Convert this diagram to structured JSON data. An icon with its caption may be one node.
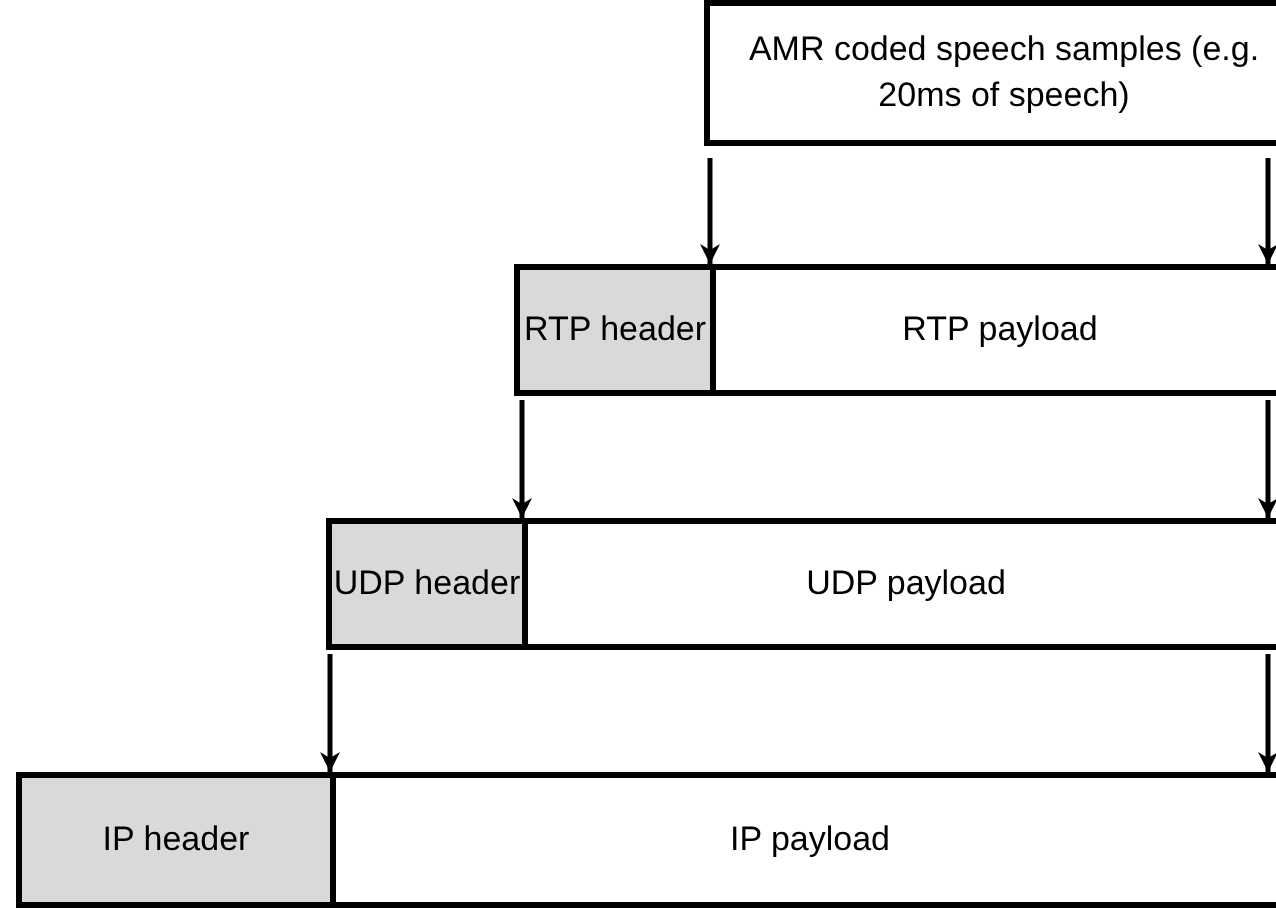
{
  "diagram": {
    "nodes": [
      {
        "text": [
          "AMR coded speech samples (e.g. 20ms of speech)"
        ]
      },
      {
        "text": [
          "RTP header"
        ]
      },
      {
        "text": [
          "RTP payload"
        ]
      },
      {
        "text": [
          "UDP header"
        ]
      },
      {
        "text": [
          "UDP payload"
        ]
      },
      {
        "text": [
          "IP header"
        ]
      },
      {
        "text": [
          "IP payload"
        ]
      }
    ],
    "edges": [
      {
        "from": 0,
        "to": 2,
        "arrow": "to"
      },
      {
        "from": 0,
        "to": 2,
        "arrow": "to"
      },
      {
        "from": 1,
        "to": 4,
        "arrow": "to"
      },
      {
        "from": 2,
        "to": 4,
        "arrow": "to"
      },
      {
        "from": 3,
        "to": 6,
        "arrow": "to"
      },
      {
        "from": 4,
        "to": 6,
        "arrow": "to"
      }
    ]
  }
}
